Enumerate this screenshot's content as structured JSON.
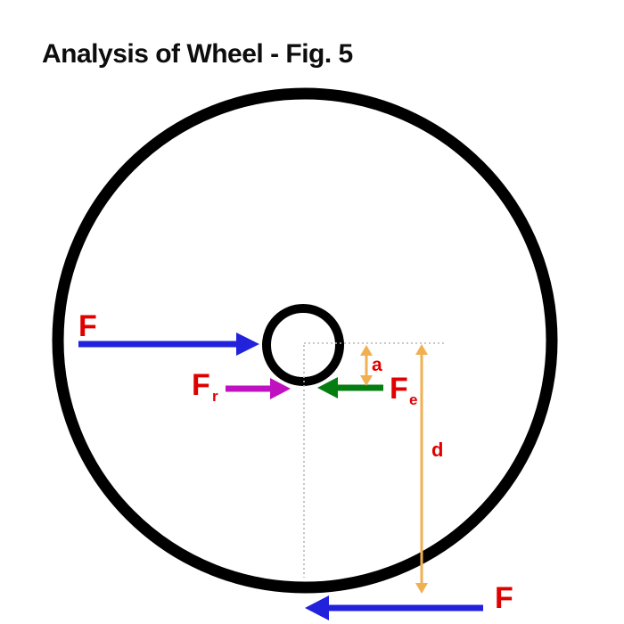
{
  "title": "Analysis of Wheel - Fig. 5",
  "colors": {
    "wheel-black": "#000000",
    "force-blue": "#2222dd",
    "reaction-magenta": "#c011c0",
    "effort-green": "#067d11",
    "dimension-orange": "#f0b052",
    "label-red": "#e00000",
    "guide-gray": "#b5b5b5"
  },
  "labels": {
    "applied_force_left": "F",
    "rim_force_main": "F",
    "rim_force_sub": "r",
    "effort_force_main": "F",
    "effort_force_sub": "e",
    "axle_radius_dim": "a",
    "wheel_radius_dim": "d",
    "applied_force_bottom": "F"
  }
}
